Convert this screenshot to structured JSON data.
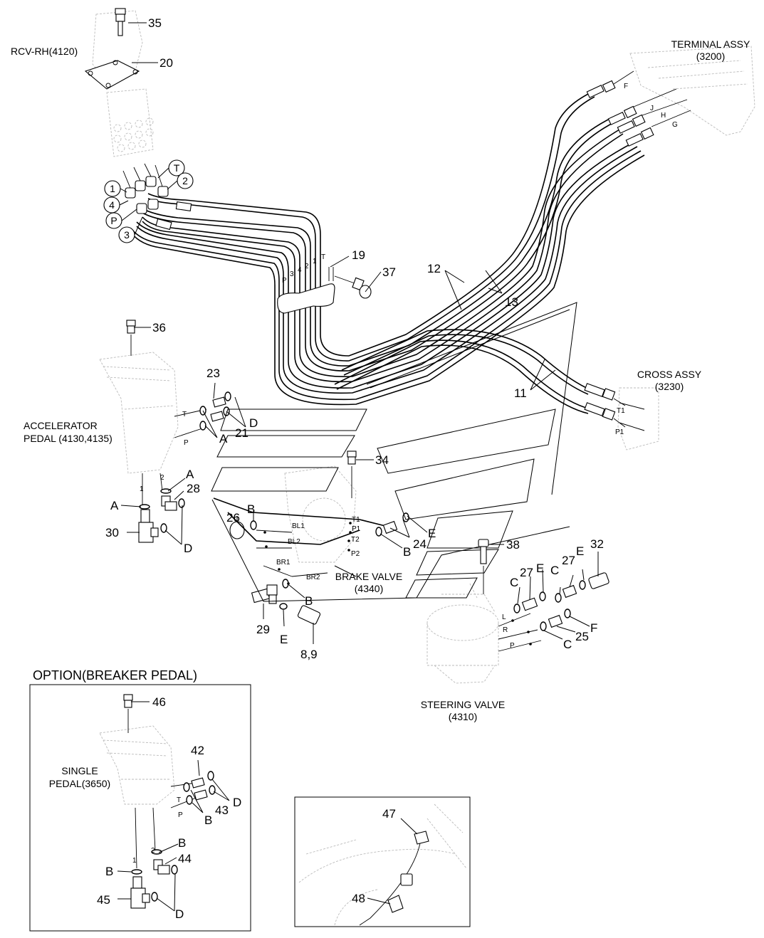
{
  "assemblies": {
    "rcv_rh": "RCV-RH(4120)",
    "terminal_name": "TERMINAL ASSY",
    "terminal_code": "(3200)",
    "cross_name": "CROSS ASSY",
    "cross_code": "(3230)",
    "accel_name": "ACCELERATOR",
    "accel_code": "PEDAL (4130,4135)",
    "brake_name": "BRAKE VALVE",
    "brake_code": "(4340)",
    "steering_name": "STEERING VALVE",
    "steering_code": "(4310)",
    "single_name": "SINGLE",
    "single_code": "PEDAL(3650)"
  },
  "option": {
    "title": "OPTION(BREAKER PEDAL)"
  },
  "parts": {
    "p35": "35",
    "p20": "20",
    "p19": "19",
    "p37": "37",
    "p12": "12",
    "p13": "13",
    "p11": "11",
    "p36": "36",
    "p23": "23",
    "p21": "21",
    "p34": "34",
    "p28": "28",
    "p30": "30",
    "p26": "26",
    "p24": "24",
    "p38": "38",
    "p32": "32",
    "p27a": "27",
    "p27b": "27",
    "p29": "29",
    "p89": "8,9",
    "p25": "25",
    "p46": "46",
    "p42": "42",
    "p43": "43",
    "p44": "44",
    "p45": "45",
    "p47": "47",
    "p48": "48"
  },
  "ports": {
    "c1": "1",
    "c2": "2",
    "c3": "3",
    "c4": "4",
    "cT": "T",
    "cP": "P",
    "F": "F",
    "J": "J",
    "H": "H",
    "G": "G",
    "T1": "T1",
    "P1": "P1",
    "tubeP": "P",
    "tube3": "3",
    "tube4": "4",
    "tube2": "2",
    "tube1": "1",
    "tubeT": "T",
    "accT": "T",
    "accP": "P",
    "acc1": "1",
    "acc2": "2",
    "bvT1": "T1",
    "bvP1": "P1",
    "bvT2": "T2",
    "bvP2": "P2",
    "BL1": "BL1",
    "BL2": "BL2",
    "BR1": "BR1",
    "BR2": "BR2",
    "svL": "L",
    "svR": "R",
    "svP": "P",
    "optT": "T",
    "optP": "P",
    "opt1": "1",
    "opt2": "2"
  },
  "seals": {
    "A1": "A",
    "A2": "A",
    "A3": "A",
    "D1": "D",
    "D2": "D",
    "B1": "B",
    "B2": "B",
    "B3": "B",
    "E1": "E",
    "E2": "E",
    "E3": "E",
    "E4": "E",
    "C1": "C",
    "C2": "C",
    "C3": "C",
    "F1": "F",
    "oB1": "B",
    "oB2": "B",
    "oB3": "B",
    "oD1": "D",
    "oD2": "D"
  }
}
